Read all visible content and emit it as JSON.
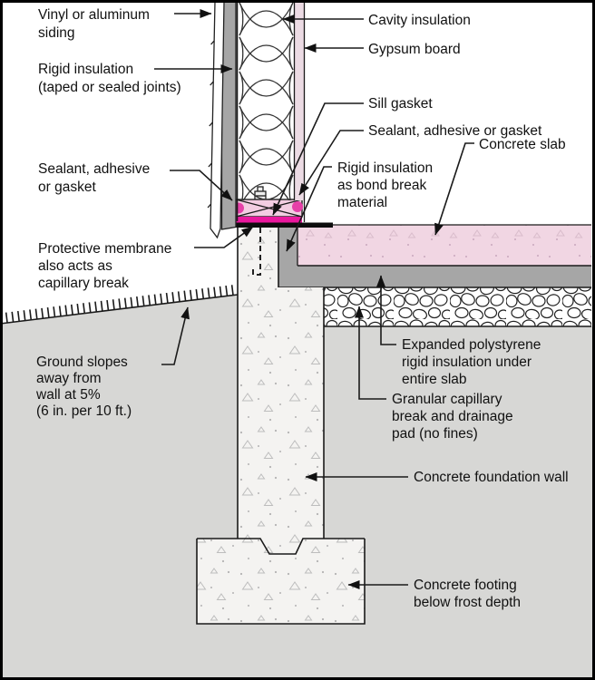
{
  "diagram": {
    "type": "building-section-detail",
    "subject": "Slab-on-grade foundation / exterior wall intersection detail"
  },
  "colors": {
    "background": "#ffffff",
    "outline": "#1a1a1a",
    "soil": "#d7d7d5",
    "insulation_gray": "#a6a6a6",
    "concrete": "#f4f3f1",
    "concrete_speckle": "#b3b3b3",
    "slab_pink": "#f1d6e3",
    "gypsum_pink": "#ecdbe4",
    "sill_pink": "#f3cde2",
    "magenta": "#e9189d",
    "magenta_dot": "#e640a8",
    "membrane_black": "#0d0d0d",
    "text": "#111111"
  },
  "labels": {
    "vinyl_siding": {
      "lines": [
        "Vinyl or aluminum",
        "siding"
      ]
    },
    "rigid_insulation_ext": {
      "lines": [
        "Rigid insulation",
        "(taped or sealed joints)"
      ]
    },
    "sealant_left": {
      "lines": [
        "Sealant, adhesive",
        "or gasket"
      ]
    },
    "protective_membrane": {
      "lines": [
        "Protective membrane",
        "also acts as",
        "capillary break"
      ]
    },
    "ground_slopes": {
      "lines": [
        "Ground slopes",
        "away from",
        "wall at 5%",
        "(6 in. per 10 ft.)"
      ]
    },
    "cavity_insulation": {
      "lines": [
        "Cavity insulation"
      ]
    },
    "gypsum_board": {
      "lines": [
        "Gypsum board"
      ]
    },
    "sill_gasket": {
      "lines": [
        "Sill gasket"
      ]
    },
    "sealant_right": {
      "lines": [
        "Sealant, adhesive or gasket"
      ]
    },
    "concrete_slab": {
      "lines": [
        "Concrete slab"
      ]
    },
    "rigid_bond_break": {
      "lines": [
        "Rigid insulation",
        "as bond break",
        "material"
      ]
    },
    "expanded_polystyrene": {
      "lines": [
        "Expanded polystyrene",
        "rigid insulation under",
        "entire slab"
      ]
    },
    "granular_pad": {
      "lines": [
        "Granular capillary",
        "break and drainage",
        "pad (no fines)"
      ]
    },
    "foundation_wall": {
      "lines": [
        "Concrete foundation wall"
      ]
    },
    "footing": {
      "lines": [
        "Concrete footing",
        "below frost depth"
      ]
    }
  }
}
